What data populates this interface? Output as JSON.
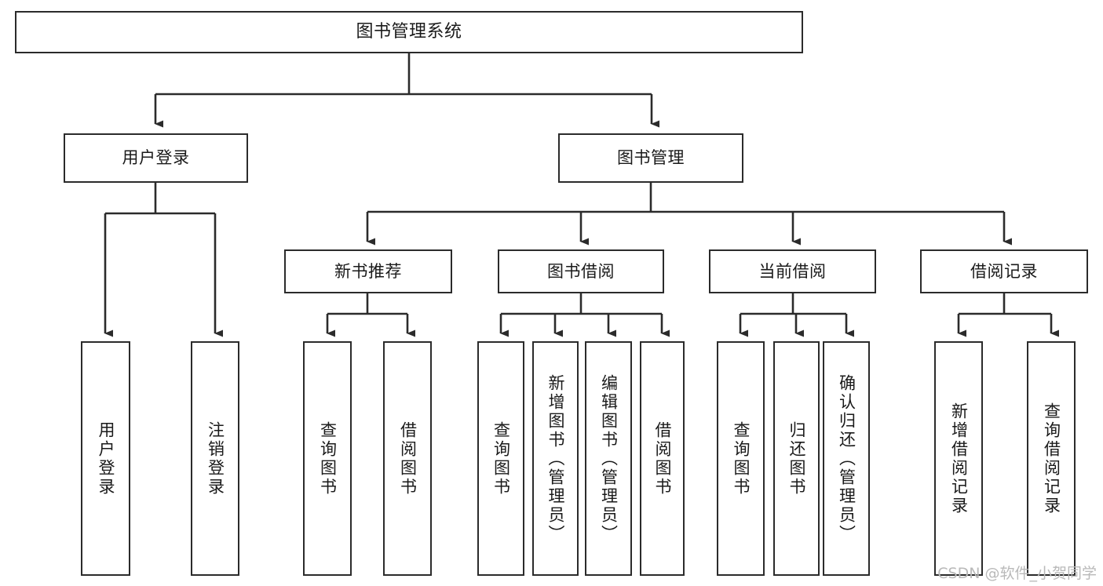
{
  "diagram": {
    "title": "图书管理系统",
    "type": "tree",
    "watermark": "CSDN @软件_小贺同学",
    "colors": {
      "box_border": "#2b2b2b",
      "box_fill": "#ffffff",
      "connector": "#2b2b2b",
      "text": "#1a1a1a",
      "watermark": "#b9b9b9",
      "background": "#ffffff"
    },
    "nodes": {
      "root": {
        "label": "图书管理系统"
      },
      "level2": [
        {
          "id": "user-login",
          "label": "用户登录"
        },
        {
          "id": "book-management",
          "label": "图书管理"
        }
      ],
      "level3": [
        {
          "id": "new-book-recommend",
          "label": "新书推荐"
        },
        {
          "id": "book-borrow",
          "label": "图书借阅"
        },
        {
          "id": "current-borrow",
          "label": "当前借阅"
        },
        {
          "id": "borrow-record",
          "label": "借阅记录"
        }
      ],
      "leaves": {
        "user-login": [
          {
            "id": "leaf-user-login",
            "label": "用户登录"
          },
          {
            "id": "leaf-logout-login",
            "label": "注销登录"
          }
        ],
        "new-book-recommend": [
          {
            "id": "leaf-query-book-1",
            "label": "查询图书"
          },
          {
            "id": "leaf-borrow-book-1",
            "label": "借阅图书"
          }
        ],
        "book-borrow": [
          {
            "id": "leaf-query-book-2",
            "label": "查询图书"
          },
          {
            "id": "leaf-add-book-admin",
            "label": "新增图书（管理员）"
          },
          {
            "id": "leaf-edit-book-admin",
            "label": "编辑图书（管理员）"
          },
          {
            "id": "leaf-borrow-book-2",
            "label": "借阅图书"
          }
        ],
        "current-borrow": [
          {
            "id": "leaf-query-book-3",
            "label": "查询图书"
          },
          {
            "id": "leaf-return-book",
            "label": "归还图书"
          },
          {
            "id": "leaf-confirm-return-admin",
            "label": "确认归还（管理员）"
          }
        ],
        "borrow-record": [
          {
            "id": "leaf-add-borrow-record",
            "label": "新增借阅记录"
          },
          {
            "id": "leaf-query-borrow-record",
            "label": "查询借阅记录"
          }
        ]
      }
    }
  }
}
